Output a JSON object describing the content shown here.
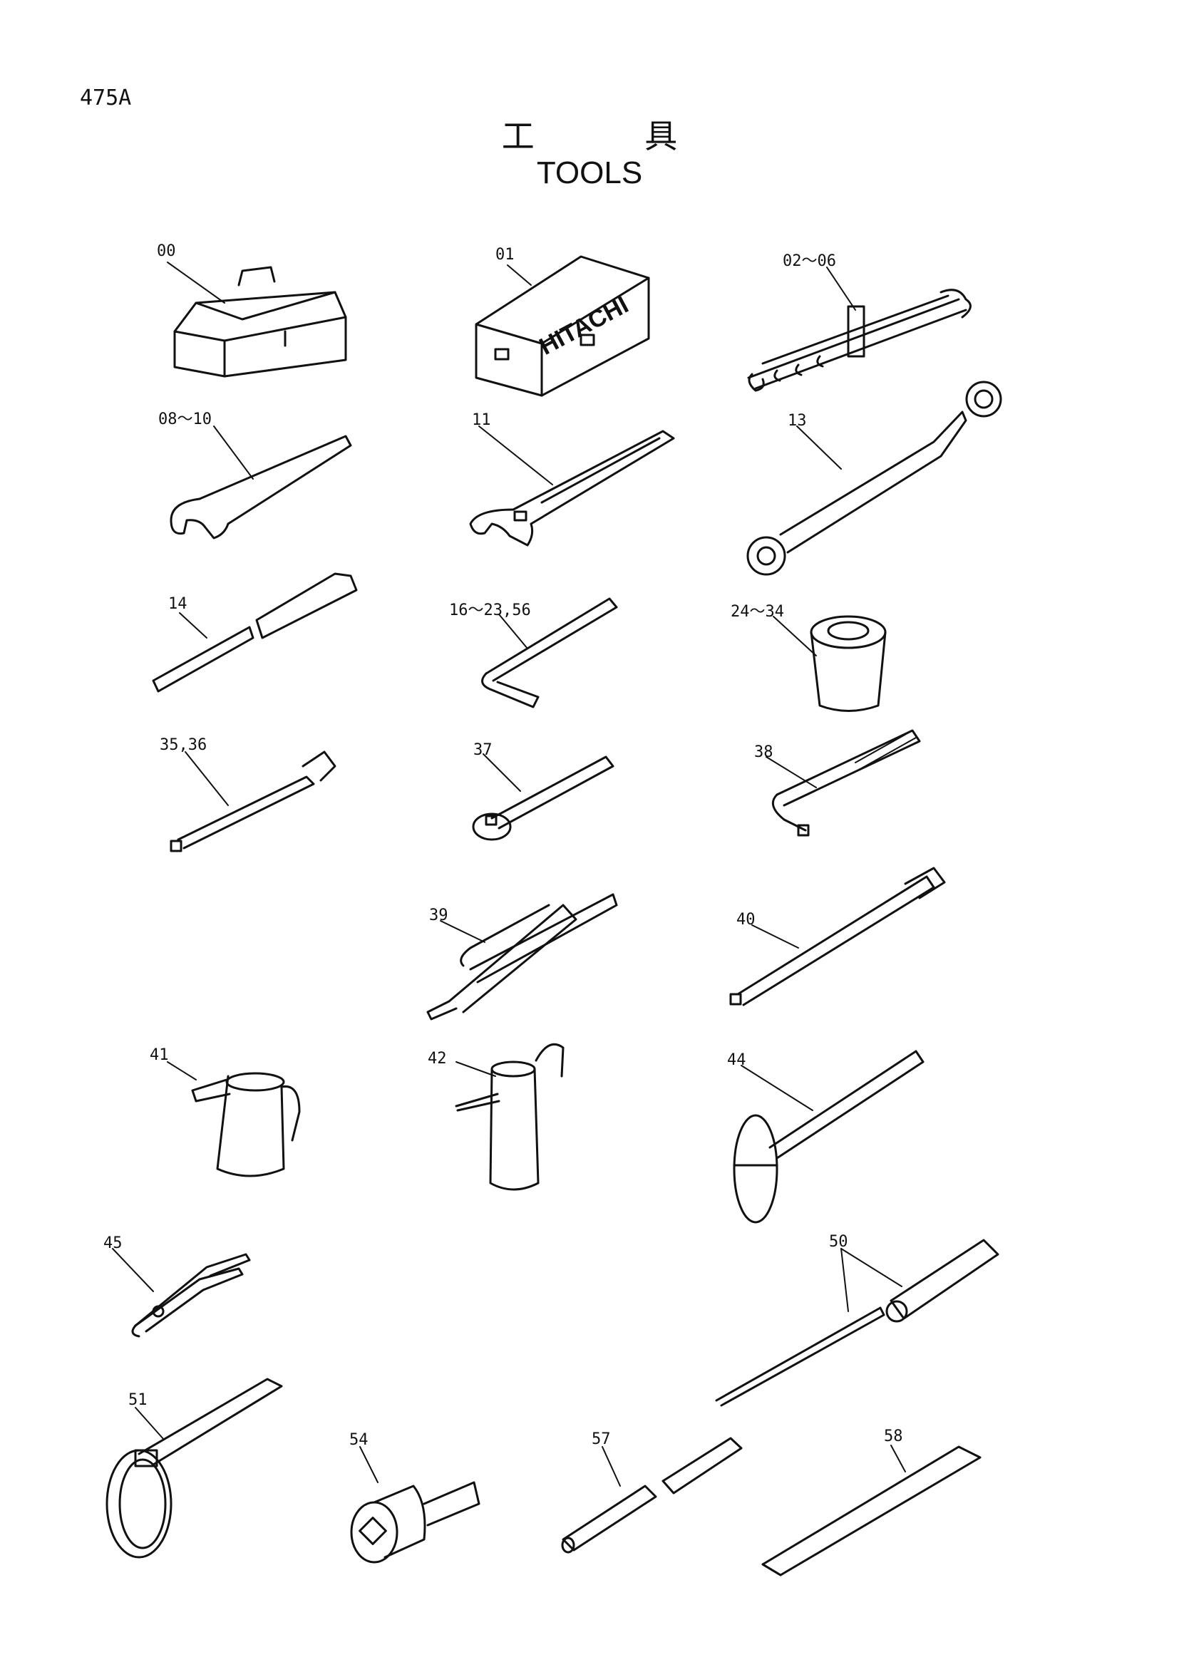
{
  "page_code": "475A",
  "title_jp": "工 具",
  "title_en": "TOOLS",
  "tool_box_brand": "HITACHI",
  "labels": {
    "t00": "00",
    "t01": "01",
    "t02": "02～06",
    "t08": "08～10",
    "t11": "11",
    "t13": "13",
    "t14": "14",
    "t16": "16～23,56",
    "t24": "24～34",
    "t35": "35,36",
    "t37": "37",
    "t38": "38",
    "t39": "39",
    "t40": "40",
    "t41": "41",
    "t42": "42",
    "t44": "44",
    "t45": "45",
    "t50": "50",
    "t51": "51",
    "t54": "54",
    "t57": "57",
    "t58": "58"
  }
}
